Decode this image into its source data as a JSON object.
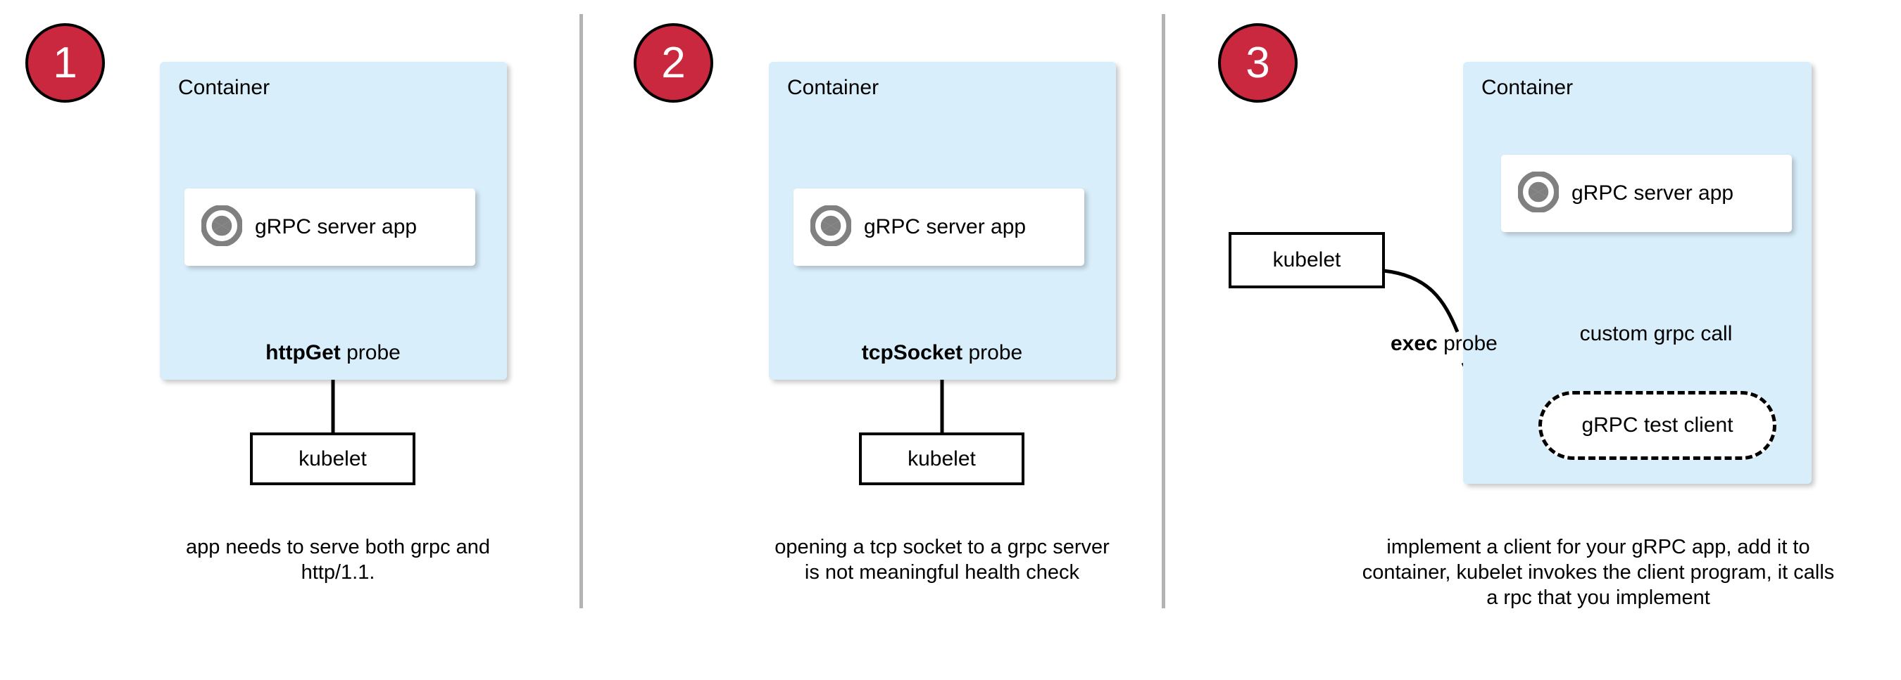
{
  "theme": {
    "badge_fill": "#c9283e",
    "badge_text": "#ffffff",
    "container_fill": "#d9eefb",
    "divider_color": "#b3b3b3",
    "icon_color": "#808080",
    "line_color": "#000000",
    "card_fill": "#ffffff"
  },
  "panels": [
    {
      "number": "1",
      "container_label": "Container",
      "app_label": "gRPC server app",
      "app_icon": "grpc-logo-icon",
      "probe_label_bold": "httpGet",
      "probe_label_rest": " probe",
      "kubelet_label": "kubelet",
      "caption": "app needs to serve both grpc and http/1.1."
    },
    {
      "number": "2",
      "container_label": "Container",
      "app_label": "gRPC server app",
      "app_icon": "grpc-logo-icon",
      "probe_label_bold": "tcpSocket",
      "probe_label_rest": " probe",
      "kubelet_label": "kubelet",
      "caption": "opening a tcp socket to a grpc server is not meaningful health check"
    },
    {
      "number": "3",
      "container_label": "Container",
      "app_label": "gRPC server app",
      "app_icon": "grpc-logo-icon",
      "probe_label_bold": "exec",
      "probe_label_rest": " probe",
      "kubelet_label": "kubelet",
      "call_label": "custom grpc call",
      "test_client_label": "gRPC test client",
      "caption": "implement a client for your gRPC app, add it to container, kubelet invokes the client program, it calls a rpc that you implement"
    }
  ]
}
